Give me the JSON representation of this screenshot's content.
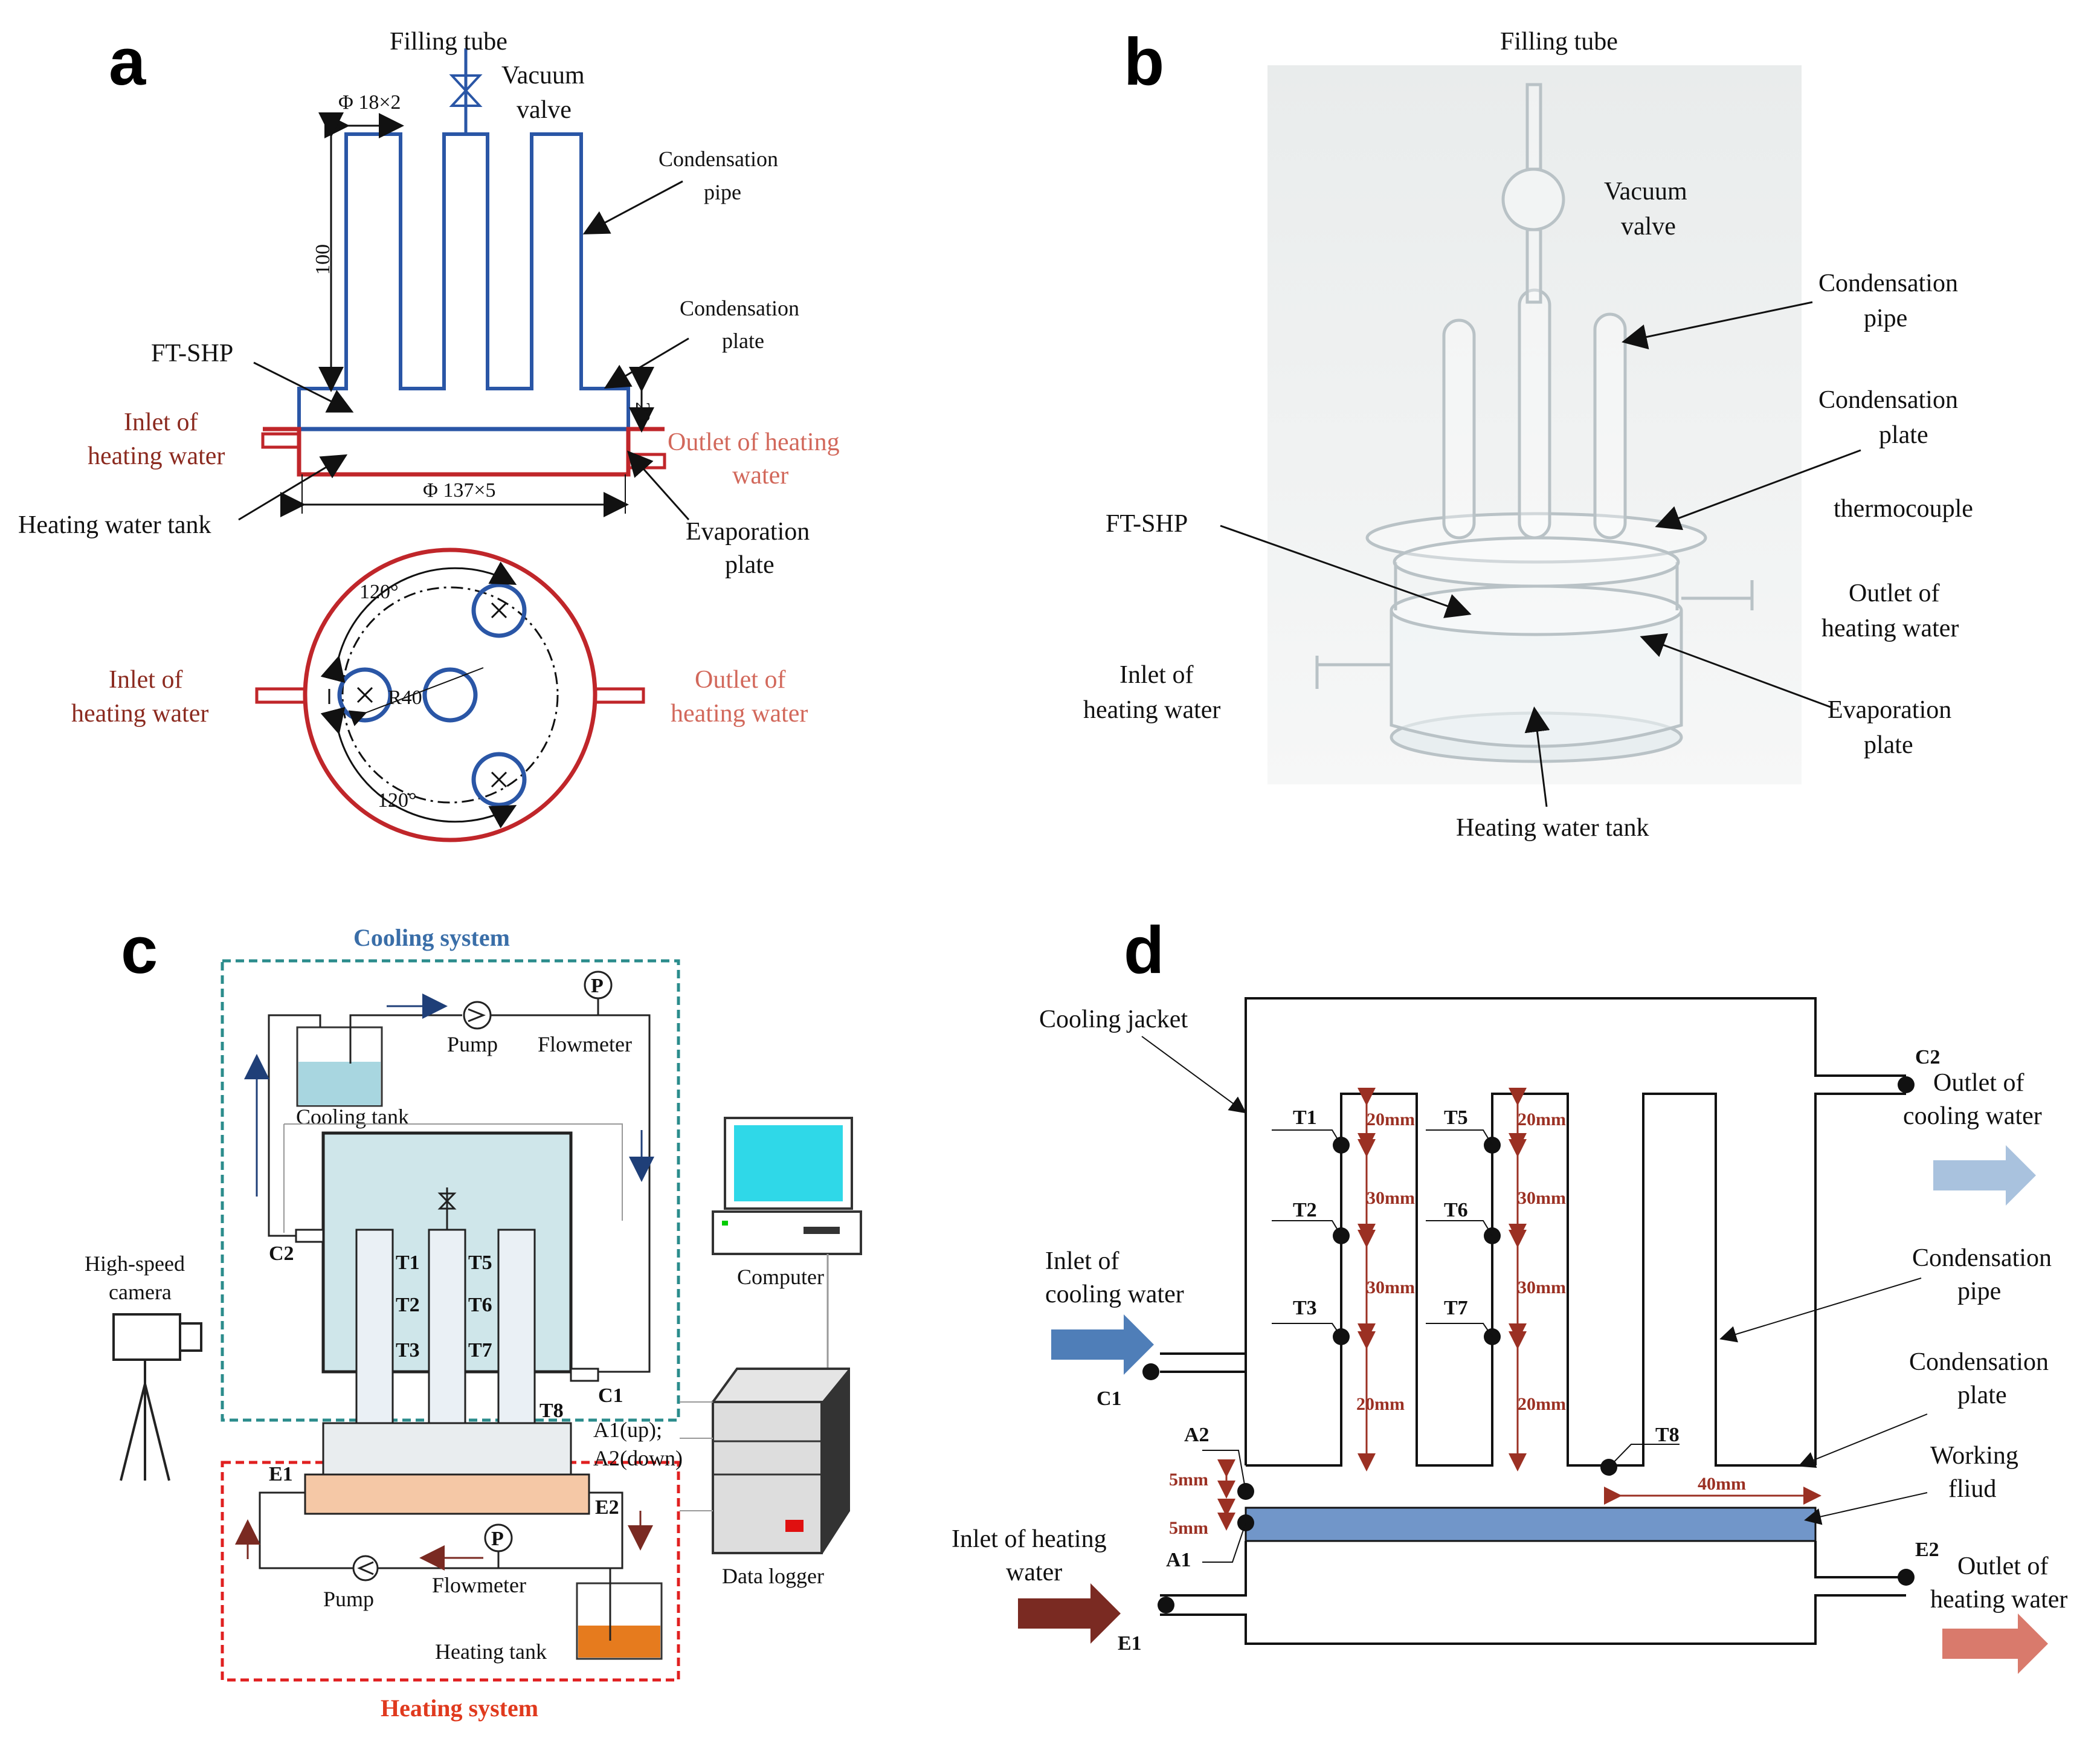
{
  "panels": {
    "a": {
      "letter": "a",
      "filling_tube": "Filling tube",
      "vacuum_valve": [
        "Vacuum",
        "valve"
      ],
      "condensation_pipe": [
        "Condensation",
        "pipe"
      ],
      "condensation_plate": [
        "Condensation",
        "plate"
      ],
      "ftshp": "FT-SHP",
      "inlet_heating": [
        "Inlet of",
        "heating water"
      ],
      "outlet_heating": [
        "Outlet of heating",
        "water"
      ],
      "heating_tank": "Heating water tank",
      "evaporation_plate": [
        "Evaporation",
        "plate"
      ],
      "dim_pipe": "Φ 18×2",
      "dim_height": "100",
      "dim_plate": "20",
      "dim_tank": "Φ 137×5",
      "top_view": {
        "inlet": [
          "Inlet of",
          "heating water"
        ],
        "outlet": [
          "Outlet of",
          "heating water"
        ],
        "angle_top": "120°",
        "angle_bottom": "120°",
        "radius": "R40"
      }
    },
    "b": {
      "letter": "b",
      "filling_tube": "Filling tube",
      "vacuum_valve": [
        "Vacuum",
        "valve"
      ],
      "condensation_pipe": [
        "Condensation",
        "pipe"
      ],
      "condensation_plate": [
        "Condensation",
        "plate"
      ],
      "thermocouple": "thermocouple",
      "ftshp": "FT-SHP",
      "outlet_heating": [
        "Outlet of",
        "heating water"
      ],
      "inlet_heating": [
        "Inlet of",
        "heating water"
      ],
      "evaporation_plate": [
        "Evaporation",
        "plate"
      ],
      "heating_tank": "Heating water tank"
    },
    "c": {
      "letter": "c",
      "cooling_system": "Cooling system",
      "heating_system": "Heating system",
      "pump_top": "Pump",
      "flowmeter_top": "Flowmeter",
      "cooling_tank": "Cooling tank",
      "camera": [
        "High-speed",
        "camera"
      ],
      "computer": "Computer",
      "data_logger": "Data logger",
      "pump_bottom": "Pump",
      "flowmeter_bottom": "Flowmeter",
      "heating_tank": "Heating tank",
      "c1": "C1",
      "c2": "C2",
      "e1": "E1",
      "e2": "E2",
      "t_labels": [
        "T1",
        "T2",
        "T3",
        "T5",
        "T6",
        "T7",
        "T8"
      ],
      "a1_up": "A1(up);",
      "a2_down": "A2(down)",
      "p": "P"
    },
    "d": {
      "letter": "d",
      "cooling_jacket": "Cooling jacket",
      "inlet_cooling": [
        "Inlet of",
        "cooling water"
      ],
      "outlet_cooling": [
        "Outlet of",
        "cooling water"
      ],
      "condensation_pipe": [
        "Condensation",
        "pipe"
      ],
      "condensation_plate": [
        "Condensation",
        "plate"
      ],
      "working_fluid": [
        "Working",
        "fliud"
      ],
      "inlet_heating": [
        "Inlet of heating",
        "water"
      ],
      "outlet_heating": [
        "Outlet of",
        "heating water"
      ],
      "c1": "C1",
      "c2": "C2",
      "e1": "E1",
      "e2": "E2",
      "a1": "A1",
      "a2": "A2",
      "t1": "T1",
      "t2": "T2",
      "t3": "T3",
      "t5": "T5",
      "t6": "T6",
      "t7": "T7",
      "t8": "T8",
      "d20a": "20mm",
      "d30a": "30mm",
      "d30b": "30mm",
      "d20b": "20mm",
      "d20c": "20mm",
      "d30c": "30mm",
      "d30d": "30mm",
      "d20d": "20mm",
      "d5a": "5mm",
      "d5b": "5mm",
      "d40": "40mm"
    }
  },
  "colors": {
    "blue_outline": "#2a56a6",
    "red_outline": "#c0262a",
    "fluid_blue": "#7196c9",
    "cooling_fill": "#cfe6ea",
    "heating_fill": "#f5c8a6",
    "arrow_blue": "#4f7eb8",
    "arrow_dark_red": "#7a2a22",
    "arrow_light_blue": "#a9c2de",
    "arrow_light_red": "#d97a6c"
  }
}
